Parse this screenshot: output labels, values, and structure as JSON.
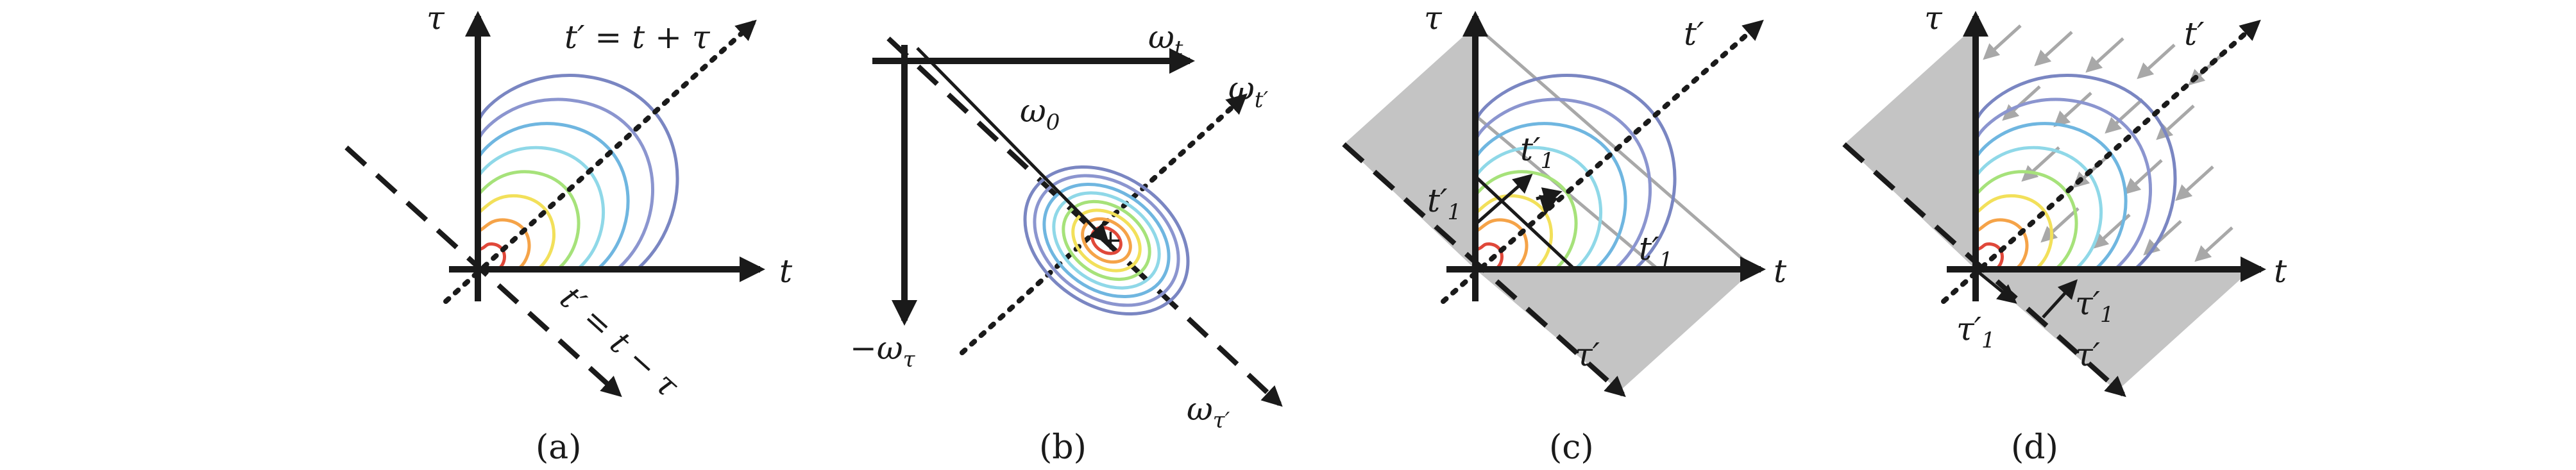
{
  "panels": [
    {
      "id": "a",
      "caption": "(a)",
      "labels": {
        "y_axis": "τ",
        "x_axis": "t",
        "upper_diag": "t′ = t + τ",
        "lower_diag": "t′ = t − τ"
      }
    },
    {
      "id": "b",
      "caption": "(b)",
      "labels": {
        "x_axis": "ω_t",
        "y_axis": "−ω_τ",
        "diag_up": "ω_t′",
        "diag_down": "ω_τ′",
        "vector": "ω_0"
      }
    },
    {
      "id": "c",
      "caption": "(c)",
      "labels": {
        "y_axis": "τ",
        "x_axis": "t",
        "diag_up": "t′",
        "diag_down": "τ′",
        "t1_top": "t′_1",
        "t1_left": "t′_1",
        "t1_right": "t′_1"
      }
    },
    {
      "id": "d",
      "caption": "(d)",
      "labels": {
        "y_axis": "τ",
        "x_axis": "t",
        "diag_up": "t′",
        "diag_down": "τ′",
        "tau1_right": "τ′_1",
        "tau1_left": "τ′_1"
      }
    }
  ],
  "contour_colors": [
    "#7a86c2",
    "#8b95cf",
    "#6fb6e0",
    "#8fd8e8",
    "#a6e27a",
    "#f2e05a",
    "#f5a348",
    "#e0483a"
  ]
}
